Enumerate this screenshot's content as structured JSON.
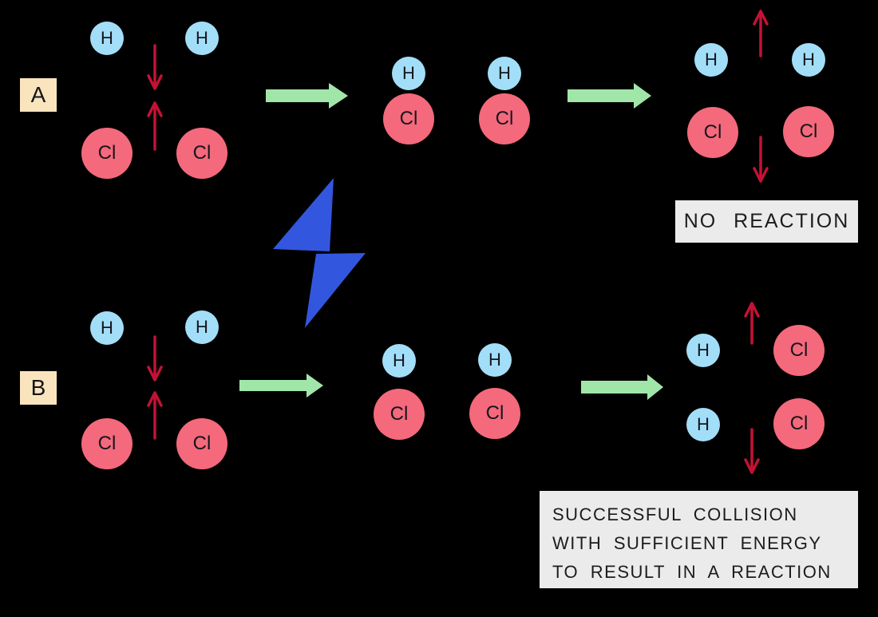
{
  "atoms": {
    "hydrogen": "H",
    "chlorine": "Cl"
  },
  "rows": {
    "a": {
      "label": "A",
      "caption": "NO REACTION"
    },
    "b": {
      "label": "B",
      "caption_lines": [
        "SUCCESSFUL COLLISION",
        "WITH  SUFFICIENT  ENERGY",
        "TO RESULT IN A REACTION"
      ]
    }
  },
  "icons": {
    "reaction_step": "arrow-right-block",
    "particle_motion_up": "arrow-up-thin",
    "particle_motion_down": "arrow-down-thin",
    "activation_energy": "lightning-bolt"
  },
  "colors": {
    "background": "#000000",
    "hydrogen_fill": "#A3DEF8",
    "chlorine_fill": "#F4697B",
    "row_label_fill": "#FAE4BE",
    "motion_arrow_red": "#C41235",
    "step_arrow_green": "#A1E6A9",
    "lightning_blue": "#3356DE",
    "caption_fill": "#EBEBEB",
    "text": "#1c1c1c"
  }
}
